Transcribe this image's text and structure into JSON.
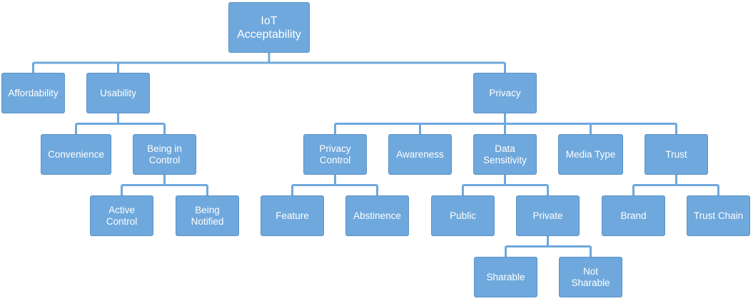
{
  "diagram": {
    "root": {
      "label": "IoT\nAcceptability"
    },
    "level1": {
      "affordability": {
        "label": "Affordability"
      },
      "usability": {
        "label": "Usability"
      },
      "privacy": {
        "label": "Privacy"
      }
    },
    "usability_children": {
      "convenience": {
        "label": "Convenience"
      },
      "being_in_control": {
        "label": "Being in\nControl"
      }
    },
    "being_in_control_children": {
      "active_control": {
        "label": "Active\nControl"
      },
      "being_notified": {
        "label": "Being\nNotified"
      }
    },
    "privacy_children": {
      "privacy_control": {
        "label": "Privacy\nControl"
      },
      "awareness": {
        "label": "Awareness"
      },
      "data_sensitivity": {
        "label": "Data\nSensitivity"
      },
      "media_type": {
        "label": "Media Type"
      },
      "trust": {
        "label": "Trust"
      }
    },
    "privacy_control_children": {
      "feature": {
        "label": "Feature"
      },
      "abstinence": {
        "label": "Abstinence"
      }
    },
    "data_sensitivity_children": {
      "public": {
        "label": "Public"
      },
      "private": {
        "label": "Private"
      }
    },
    "private_children": {
      "sharable": {
        "label": "Sharable"
      },
      "not_sharable": {
        "label": "Not\nSharable"
      }
    },
    "trust_children": {
      "brand": {
        "label": "Brand"
      },
      "trust_chain": {
        "label": "Trust Chain"
      }
    },
    "colors": {
      "node_fill": "#6fa8dc",
      "connector": "#6fa8dc",
      "text": "#ffffff"
    }
  }
}
